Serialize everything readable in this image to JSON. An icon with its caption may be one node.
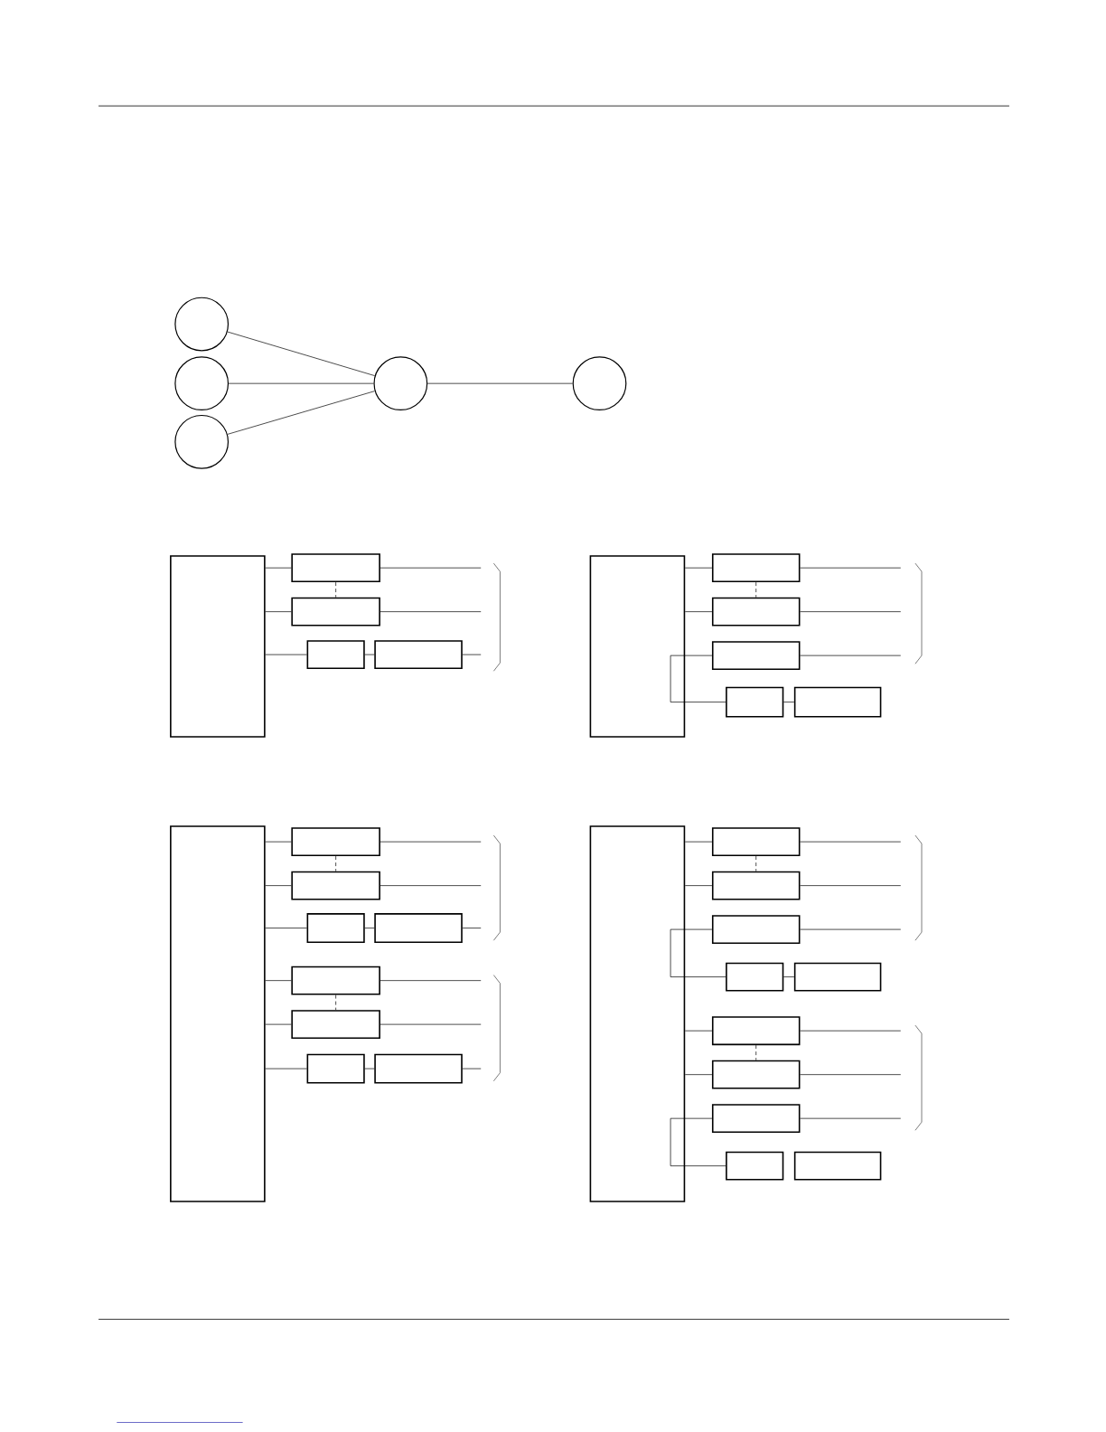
{
  "diagram": {
    "nodes": [
      {
        "text": [],
        "shape": "circle"
      },
      {
        "text": [],
        "shape": "circle"
      },
      {
        "text": [],
        "shape": "circle"
      },
      {
        "text": [],
        "shape": "circle"
      },
      {
        "text": [],
        "shape": "circle"
      },
      {
        "text": [],
        "shape": "box"
      },
      {
        "text": [],
        "shape": "box"
      },
      {
        "text": [],
        "shape": "box"
      },
      {
        "text": [],
        "shape": "box"
      },
      {
        "text": [],
        "shape": "box"
      },
      {
        "text": [],
        "shape": "box"
      },
      {
        "text": [],
        "shape": "box"
      },
      {
        "text": [],
        "shape": "box"
      },
      {
        "text": [],
        "shape": "box"
      },
      {
        "text": [],
        "shape": "box"
      },
      {
        "text": [],
        "shape": "box"
      },
      {
        "text": [],
        "shape": "box"
      },
      {
        "text": [],
        "shape": "box"
      },
      {
        "text": [],
        "shape": "box"
      },
      {
        "text": [],
        "shape": "box"
      },
      {
        "text": [],
        "shape": "box"
      },
      {
        "text": [],
        "shape": "box"
      },
      {
        "text": [],
        "shape": "box"
      },
      {
        "text": [],
        "shape": "box"
      },
      {
        "text": [],
        "shape": "box"
      },
      {
        "text": [],
        "shape": "box"
      },
      {
        "text": [],
        "shape": "box"
      },
      {
        "text": [],
        "shape": "box"
      },
      {
        "text": [],
        "shape": "box"
      },
      {
        "text": [],
        "shape": "box"
      },
      {
        "text": [],
        "shape": "box"
      },
      {
        "text": [],
        "shape": "box"
      },
      {
        "text": [],
        "shape": "box"
      },
      {
        "text": [],
        "shape": "box"
      },
      {
        "text": [],
        "shape": "box"
      },
      {
        "text": [],
        "shape": "box"
      }
    ],
    "edges": [
      {
        "from": 0,
        "to": 3,
        "arrow": "none"
      },
      {
        "from": 1,
        "to": 3,
        "arrow": "none"
      },
      {
        "from": 2,
        "to": 3,
        "arrow": "none"
      },
      {
        "from": 3,
        "to": 4,
        "arrow": "none"
      },
      {
        "from": 5,
        "to": 6,
        "arrow": "none"
      },
      {
        "from": 5,
        "to": 7,
        "arrow": "none"
      },
      {
        "from": 5,
        "to": 8,
        "arrow": "none"
      },
      {
        "from": 6,
        "to": 7,
        "arrow": "none",
        "style": "dashed"
      },
      {
        "from": 8,
        "to": 9,
        "arrow": "none"
      },
      {
        "from": 6,
        "to": null,
        "arrow": "none"
      },
      {
        "from": 7,
        "to": null,
        "arrow": "none"
      },
      {
        "from": 9,
        "to": null,
        "arrow": "none"
      },
      {
        "from": 10,
        "to": 11,
        "arrow": "none"
      },
      {
        "from": 10,
        "to": 12,
        "arrow": "none"
      },
      {
        "from": 11,
        "to": 12,
        "arrow": "none",
        "style": "dashed"
      },
      {
        "from": 10,
        "to": 13,
        "arrow": "none"
      },
      {
        "from": 10,
        "to": 14,
        "arrow": "none"
      },
      {
        "from": 14,
        "to": 15,
        "arrow": "none"
      },
      {
        "from": 11,
        "to": null,
        "arrow": "none"
      },
      {
        "from": 12,
        "to": null,
        "arrow": "none"
      },
      {
        "from": 13,
        "to": null,
        "arrow": "none"
      },
      {
        "from": 16,
        "to": 17,
        "arrow": "none"
      },
      {
        "from": 16,
        "to": 18,
        "arrow": "none"
      },
      {
        "from": 16,
        "to": 19,
        "arrow": "none"
      },
      {
        "from": 17,
        "to": 18,
        "arrow": "none",
        "style": "dashed"
      },
      {
        "from": 19,
        "to": 20,
        "arrow": "none"
      },
      {
        "from": 17,
        "to": null,
        "arrow": "none"
      },
      {
        "from": 18,
        "to": null,
        "arrow": "none"
      },
      {
        "from": 20,
        "to": null,
        "arrow": "none"
      },
      {
        "from": 16,
        "to": 21,
        "arrow": "none"
      },
      {
        "from": 16,
        "to": 22,
        "arrow": "none"
      },
      {
        "from": 16,
        "to": 23,
        "arrow": "none"
      },
      {
        "from": 21,
        "to": 22,
        "arrow": "none",
        "style": "dashed"
      },
      {
        "from": 23,
        "to": 24,
        "arrow": "none"
      },
      {
        "from": 21,
        "to": null,
        "arrow": "none"
      },
      {
        "from": 22,
        "to": null,
        "arrow": "none"
      },
      {
        "from": 24,
        "to": null,
        "arrow": "none"
      },
      {
        "from": 25,
        "to": 26,
        "arrow": "none"
      },
      {
        "from": 25,
        "to": 27,
        "arrow": "none"
      },
      {
        "from": 26,
        "to": 27,
        "arrow": "none",
        "style": "dashed"
      },
      {
        "from": 25,
        "to": 28,
        "arrow": "none"
      },
      {
        "from": 25,
        "to": 29,
        "arrow": "none"
      },
      {
        "from": 29,
        "to": 30,
        "arrow": "none"
      },
      {
        "from": 26,
        "to": null,
        "arrow": "none"
      },
      {
        "from": 27,
        "to": null,
        "arrow": "none"
      },
      {
        "from": 28,
        "to": null,
        "arrow": "none"
      },
      {
        "from": 25,
        "to": 31,
        "arrow": "none"
      },
      {
        "from": 25,
        "to": 32,
        "arrow": "none"
      },
      {
        "from": 31,
        "to": 32,
        "arrow": "none",
        "style": "dashed"
      },
      {
        "from": 25,
        "to": 33,
        "arrow": "none"
      },
      {
        "from": 25,
        "to": 34,
        "arrow": "none"
      },
      {
        "from": 31,
        "to": null,
        "arrow": "none"
      },
      {
        "from": 32,
        "to": null,
        "arrow": "none"
      },
      {
        "from": 33,
        "to": null,
        "arrow": "none"
      }
    ]
  }
}
